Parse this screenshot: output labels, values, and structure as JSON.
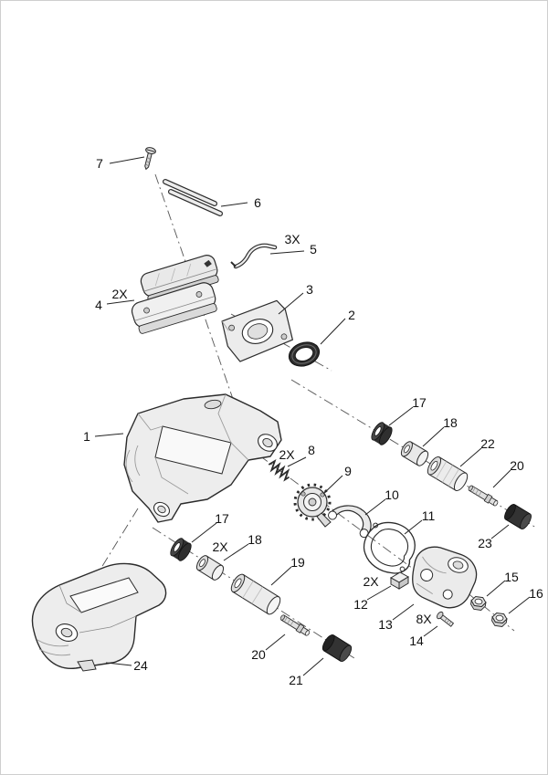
{
  "colors": {
    "line": "#333333",
    "dark_part": "#2f2f2f",
    "background": "#ffffff",
    "page_border": "#cfcfcf"
  },
  "callouts": {
    "n1": "1",
    "n2": "2",
    "n3": "3",
    "n4": "4",
    "n5": "5",
    "n6": "6",
    "n7": "7",
    "n8": "8",
    "n9": "9",
    "n10": "10",
    "n11": "11",
    "n12": "12",
    "n13": "13",
    "n14": "14",
    "n15": "15",
    "n16": "16",
    "n17": "17",
    "n18": "18",
    "n19": "19",
    "n20": "20",
    "n21": "21",
    "n22": "22",
    "n23": "23",
    "n24": "24",
    "qty_2x": "2X",
    "qty_3x": "3X",
    "qty_8x": "8X"
  }
}
